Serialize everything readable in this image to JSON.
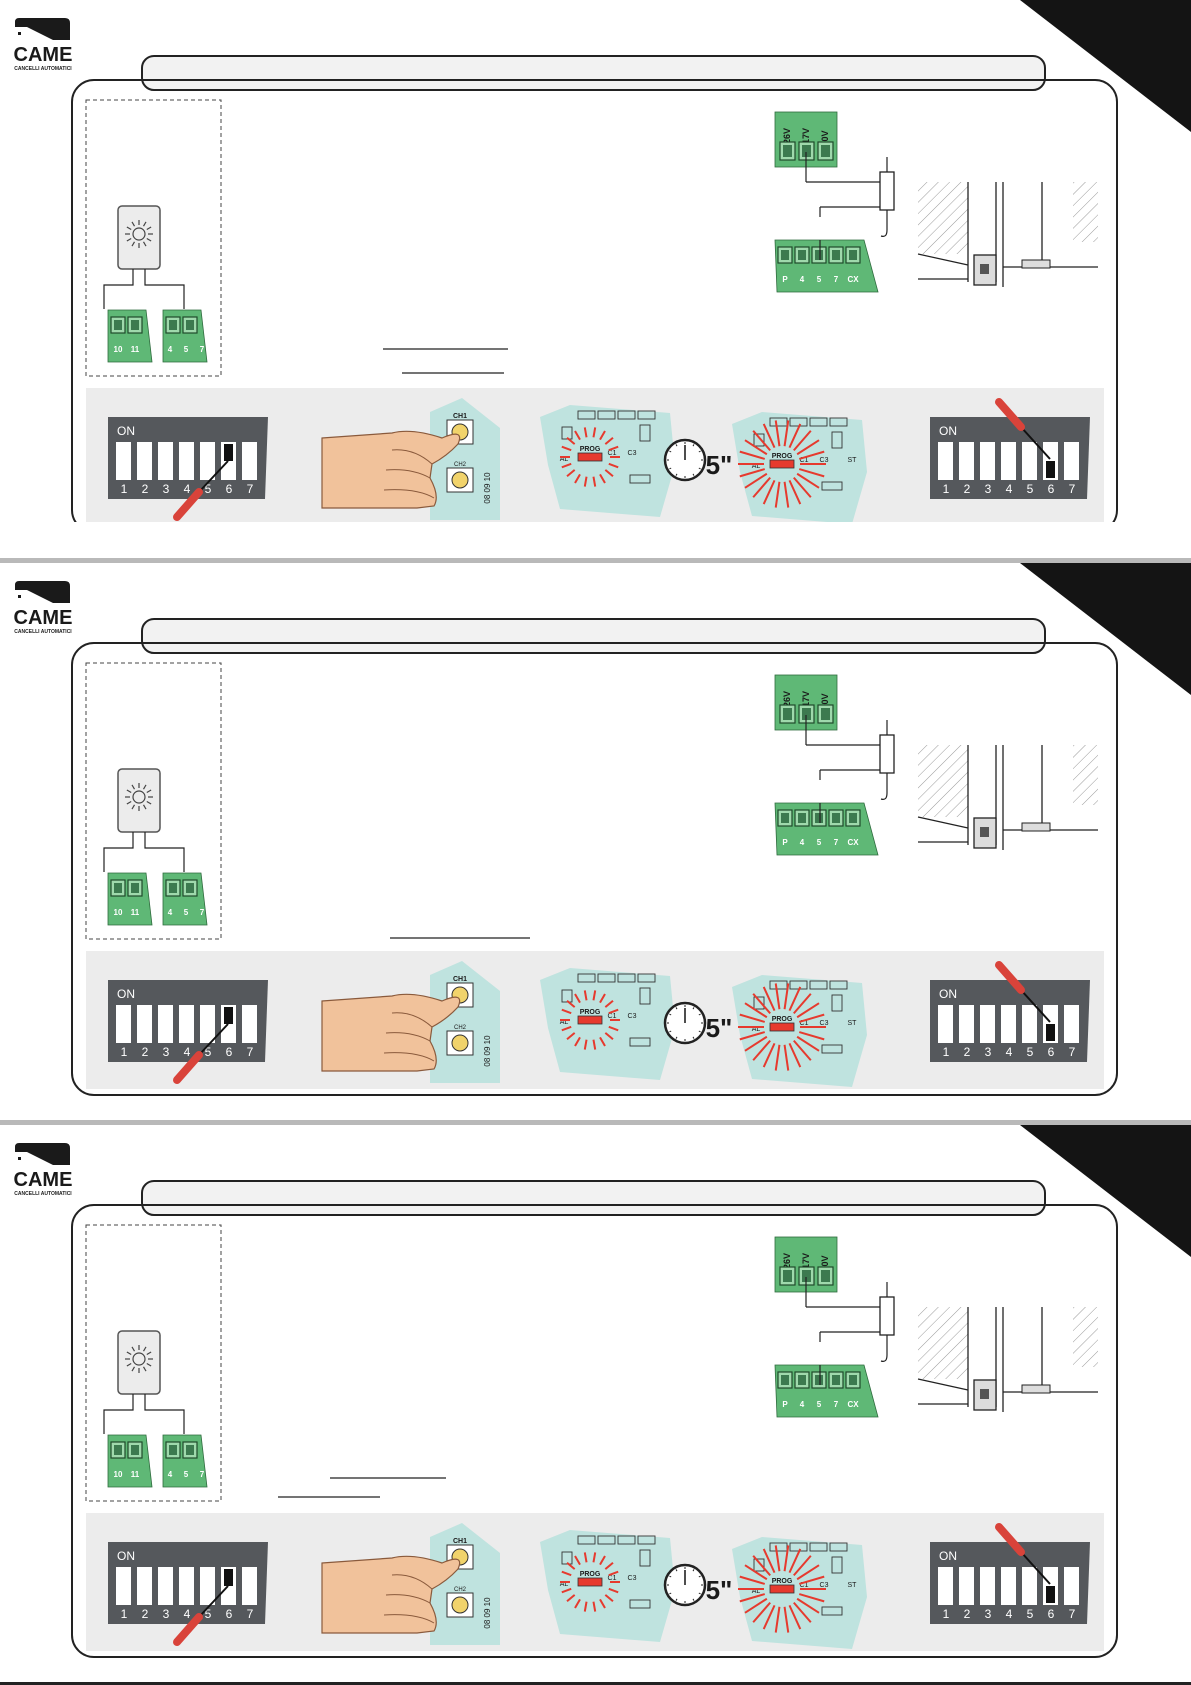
{
  "brand": {
    "name": "CAME",
    "tagline": "CANCELLI AUTOMATICI"
  },
  "terminals": {
    "power": [
      "26V",
      "17V",
      "0V"
    ],
    "inputs": [
      "P",
      "4",
      "5",
      "7",
      "CX"
    ],
    "lamp_pair_a": [
      "10",
      "11"
    ],
    "lamp_pair_b": [
      "4",
      "5",
      "7"
    ]
  },
  "board": {
    "ch1": "CH1",
    "ch2": "CH2",
    "prog": "PROG",
    "al": "AL",
    "c1": "C1",
    "c3": "C3",
    "st": "ST",
    "side_numbers": "08 09 10"
  },
  "timer": {
    "label": "5\""
  },
  "dip": {
    "on_label": "ON",
    "numbers": [
      "1",
      "2",
      "3",
      "4",
      "5",
      "6",
      "7"
    ]
  },
  "colors": {
    "terminal_green": "#5fb876",
    "board_teal": "#bfe3df",
    "dip_body": "#55585c",
    "led_red": "#e63a2e",
    "button_yellow": "#f1d36b",
    "corner_black": "#141414"
  }
}
